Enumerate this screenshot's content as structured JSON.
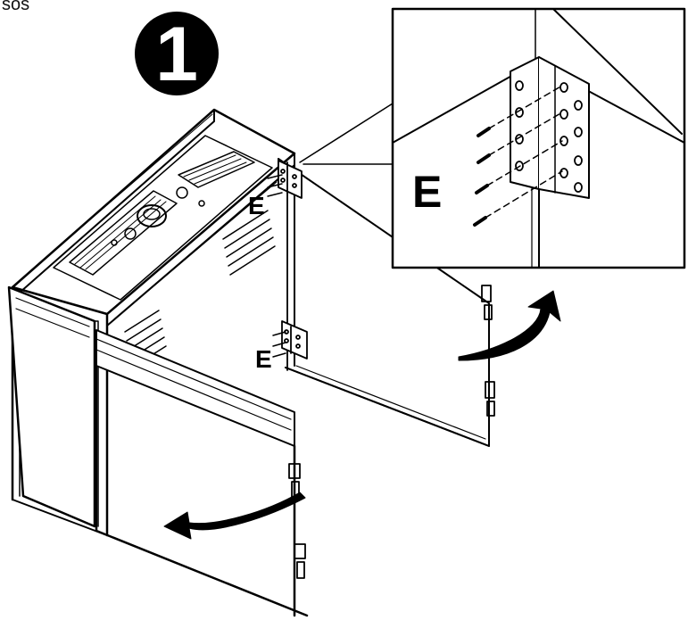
{
  "header": {
    "cropped_text": "sos"
  },
  "step": {
    "number": "1"
  },
  "labels": {
    "upper_bracket": "E",
    "lower_bracket": "E",
    "detail": "E"
  },
  "icons": {
    "step_badge": "numbered-circle-icon",
    "rotate_arrows": "curved-arrow-icon",
    "screws": "screw-icon"
  },
  "colors": {
    "ink": "#000000",
    "paper": "#ffffff"
  }
}
